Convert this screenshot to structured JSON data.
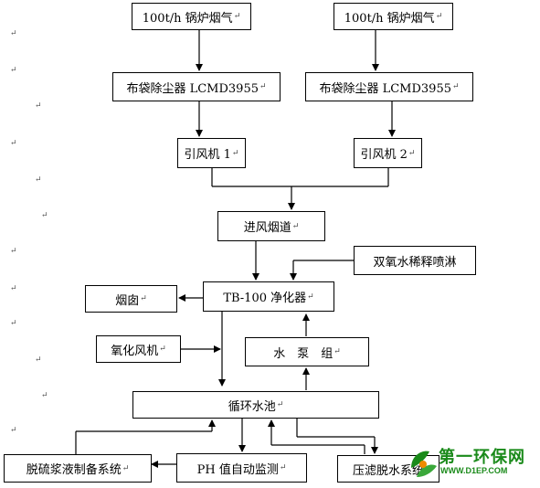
{
  "nodes": {
    "boiler_left": "100t/h 锅炉烟气",
    "boiler_right": "100t/h 锅炉烟气",
    "filter_left": "布袋除尘器 LCMD3955",
    "filter_right": "布袋除尘器 LCMD3955",
    "fan_left": "引风机 1",
    "fan_right": "引风机 2",
    "inlet_duct": "进风烟道",
    "peroxide_spray": "双氧水稀释喷淋",
    "chimney": "烟囱",
    "purifier": "TB-100 净化器",
    "oxidation_fan": "氧化风机",
    "pump_group": "水　泵　组",
    "circ_pool": "循环水池",
    "slurry_system": "脱硫浆液制备系统",
    "ph_monitor": "PH 值自动监测",
    "press_filter": "压滤脱水系统"
  },
  "paragraph_mark": "↵",
  "logo": {
    "name": "第一环保网",
    "url": "WWW.D1EP.COM",
    "colors": {
      "green": "#1a8a1a",
      "orange": "#f08a00"
    }
  }
}
